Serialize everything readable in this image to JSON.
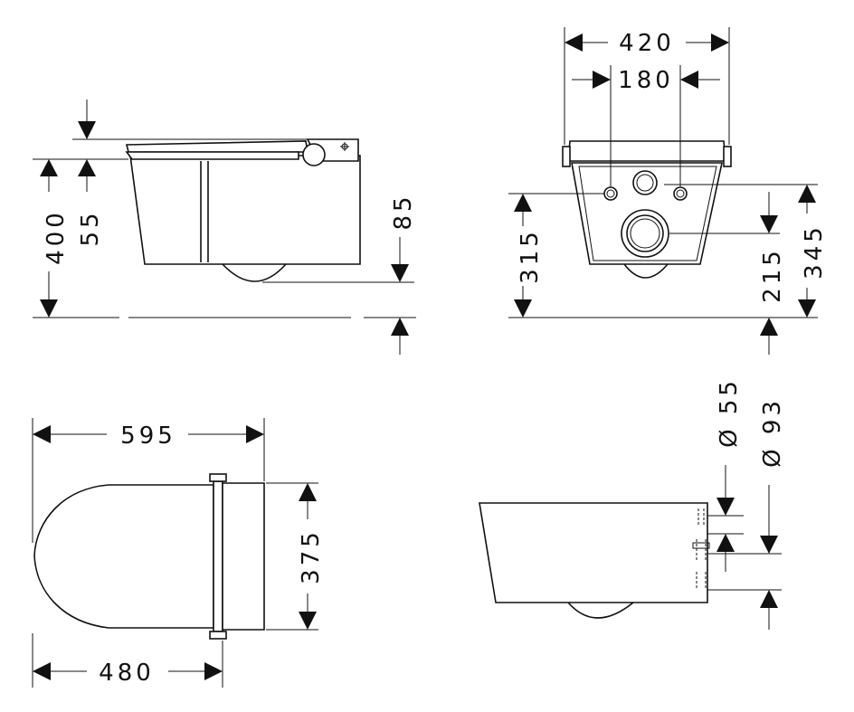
{
  "views": {
    "side": {
      "dims": {
        "overall_height": "400",
        "seat_offset": "55",
        "outlet_height": "85"
      }
    },
    "back": {
      "dims": {
        "overall_width": "420",
        "fixing_spacing": "180",
        "fixing_height": "315",
        "supply_height": "215",
        "outlet_height": "345"
      }
    },
    "top": {
      "dims": {
        "length": "595",
        "rear_width": "375",
        "depth_to_wall": "480"
      }
    },
    "detail": {
      "dims": {
        "pipe_small": "Ø 55",
        "pipe_large": "Ø 93"
      }
    }
  }
}
